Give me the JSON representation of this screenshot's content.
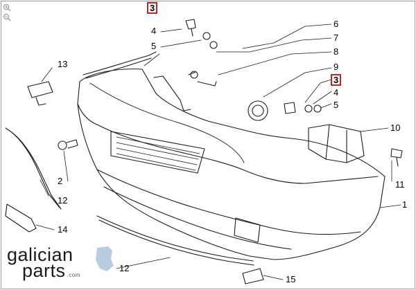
{
  "brand": {
    "line1": "galician",
    "line2": "parts",
    "suffix": ".com"
  },
  "labels": [
    {
      "key": "p3a",
      "text": "3",
      "highlight": true
    },
    {
      "key": "p4a",
      "text": "4"
    },
    {
      "key": "p5a",
      "text": "5"
    },
    {
      "key": "p6",
      "text": "6"
    },
    {
      "key": "p7",
      "text": "7"
    },
    {
      "key": "p8",
      "text": "8"
    },
    {
      "key": "p9",
      "text": "9"
    },
    {
      "key": "p3b",
      "text": "3",
      "highlight": true
    },
    {
      "key": "p4b",
      "text": "4"
    },
    {
      "key": "p5b",
      "text": "5"
    },
    {
      "key": "p10",
      "text": "10"
    },
    {
      "key": "p11",
      "text": "11"
    },
    {
      "key": "p1",
      "text": "1"
    },
    {
      "key": "p13",
      "text": "13"
    },
    {
      "key": "p2",
      "text": "2"
    },
    {
      "key": "p12a",
      "text": "12"
    },
    {
      "key": "p14",
      "text": "14"
    },
    {
      "key": "p12b",
      "text": "12"
    },
    {
      "key": "p15",
      "text": "15"
    }
  ],
  "colors": {
    "highlight": "#cc1f1f",
    "line": "#1a1a1a",
    "brand_map": "#b9cde0"
  },
  "icons": [
    "zoom-in-icon",
    "zoom-out-icon"
  ]
}
